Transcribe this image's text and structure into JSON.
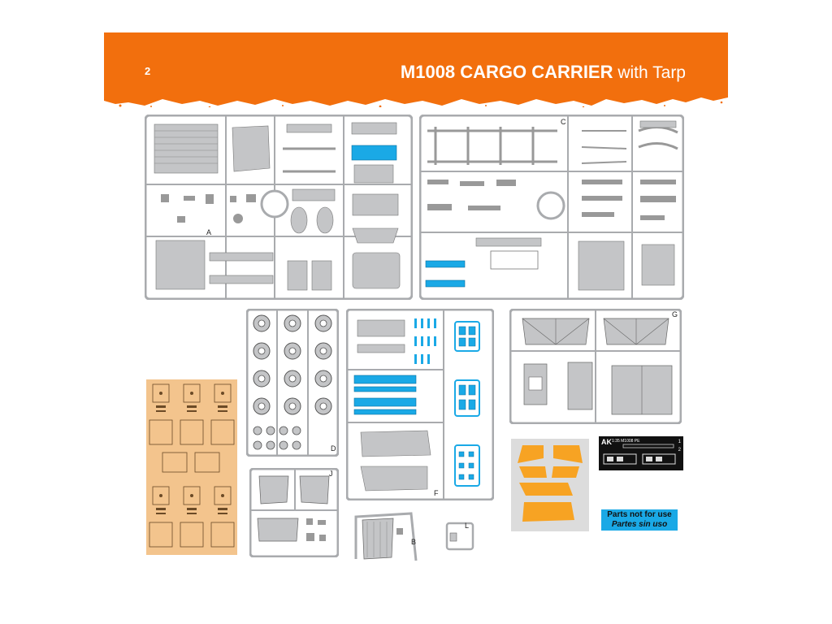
{
  "header": {
    "page_number": "2",
    "title_main": "M1008 CARGO CARRIER",
    "title_sub": " with Tarp",
    "accent_color": "#f26f0d"
  },
  "sprues": [
    {
      "id": "A",
      "label": "A"
    },
    {
      "id": "C",
      "label": "C"
    },
    {
      "id": "D",
      "label": "D"
    },
    {
      "id": "F",
      "label": "F"
    },
    {
      "id": "G",
      "label": "G"
    },
    {
      "id": "J",
      "label": "J"
    },
    {
      "id": "B",
      "label": "B"
    },
    {
      "id": "L",
      "label": "L"
    }
  ],
  "photo_etch": {
    "brand": "AK",
    "code": "1:35 M1008 PE",
    "fret_numbers": [
      "1",
      "2"
    ]
  },
  "parts_note": {
    "english": "Parts not for use",
    "spanish": "Partes sin uso",
    "color": "#1aa9e6"
  },
  "colors": {
    "sprue_grey": "#a9abae",
    "part_grey": "#c4c5c7",
    "clear_blue": "#1aa9e6",
    "decal_tan": "#f3c48d",
    "mask_orange": "#f7a323"
  }
}
